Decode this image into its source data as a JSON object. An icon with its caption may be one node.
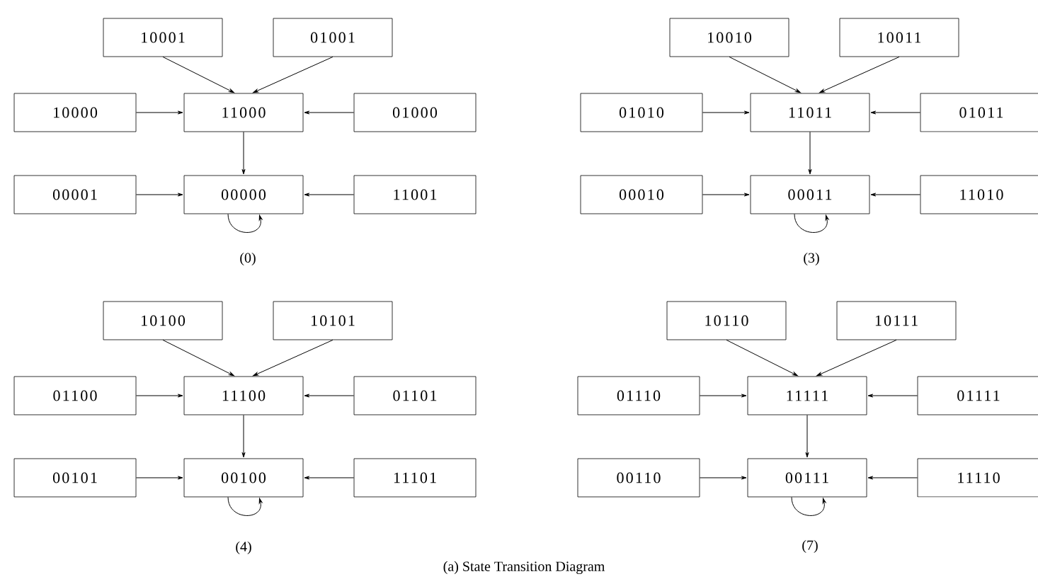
{
  "diagram": {
    "caption": "(a) State Transition Diagram",
    "nodes": [
      {
        "text": [
          "10001"
        ]
      },
      {
        "text": [
          "01001"
        ]
      },
      {
        "text": [
          "10000"
        ]
      },
      {
        "text": [
          "11000"
        ]
      },
      {
        "text": [
          "01000"
        ]
      },
      {
        "text": [
          "00001"
        ]
      },
      {
        "text": [
          "00000"
        ]
      },
      {
        "text": [
          "11001"
        ]
      },
      {
        "text": [
          "10010"
        ]
      },
      {
        "text": [
          "10011"
        ]
      },
      {
        "text": [
          "01010"
        ]
      },
      {
        "text": [
          "11011"
        ]
      },
      {
        "text": [
          "01011"
        ]
      },
      {
        "text": [
          "00010"
        ]
      },
      {
        "text": [
          "00011"
        ]
      },
      {
        "text": [
          "11010"
        ]
      },
      {
        "text": [
          "10100"
        ]
      },
      {
        "text": [
          "10101"
        ]
      },
      {
        "text": [
          "01100"
        ]
      },
      {
        "text": [
          "11100"
        ]
      },
      {
        "text": [
          "01101"
        ]
      },
      {
        "text": [
          "00101"
        ]
      },
      {
        "text": [
          "00100"
        ]
      },
      {
        "text": [
          "11101"
        ]
      },
      {
        "text": [
          "10110"
        ]
      },
      {
        "text": [
          "10111"
        ]
      },
      {
        "text": [
          "01110"
        ]
      },
      {
        "text": [
          "11111"
        ]
      },
      {
        "text": [
          "01111"
        ]
      },
      {
        "text": [
          "00110"
        ]
      },
      {
        "text": [
          "00111"
        ]
      },
      {
        "text": [
          "11110"
        ]
      }
    ],
    "edges": [
      {
        "from": 0,
        "to": 3,
        "arrow": "to"
      },
      {
        "from": 1,
        "to": 3,
        "arrow": "to"
      },
      {
        "from": 2,
        "to": 3,
        "arrow": "to"
      },
      {
        "from": 4,
        "to": 3,
        "arrow": "to"
      },
      {
        "from": 3,
        "to": 6,
        "arrow": "to"
      },
      {
        "from": 5,
        "to": 6,
        "arrow": "to"
      },
      {
        "from": 7,
        "to": 6,
        "arrow": "to"
      },
      {
        "from": 6,
        "to": 6,
        "arrow": "to"
      },
      {
        "from": 8,
        "to": 11,
        "arrow": "to"
      },
      {
        "from": 9,
        "to": 11,
        "arrow": "to"
      },
      {
        "from": 10,
        "to": 11,
        "arrow": "to"
      },
      {
        "from": 12,
        "to": 11,
        "arrow": "to"
      },
      {
        "from": 11,
        "to": 14,
        "arrow": "to"
      },
      {
        "from": 13,
        "to": 14,
        "arrow": "to"
      },
      {
        "from": 15,
        "to": 14,
        "arrow": "to"
      },
      {
        "from": 14,
        "to": 14,
        "arrow": "to"
      },
      {
        "from": 16,
        "to": 19,
        "arrow": "to"
      },
      {
        "from": 17,
        "to": 19,
        "arrow": "to"
      },
      {
        "from": 18,
        "to": 19,
        "arrow": "to"
      },
      {
        "from": 20,
        "to": 19,
        "arrow": "to"
      },
      {
        "from": 19,
        "to": 22,
        "arrow": "to"
      },
      {
        "from": 21,
        "to": 22,
        "arrow": "to"
      },
      {
        "from": 23,
        "to": 22,
        "arrow": "to"
      },
      {
        "from": 22,
        "to": 22,
        "arrow": "to"
      },
      {
        "from": 24,
        "to": 27,
        "arrow": "to"
      },
      {
        "from": 25,
        "to": 27,
        "arrow": "to"
      },
      {
        "from": 26,
        "to": 27,
        "arrow": "to"
      },
      {
        "from": 28,
        "to": 27,
        "arrow": "to"
      },
      {
        "from": 27,
        "to": 30,
        "arrow": "to"
      },
      {
        "from": 29,
        "to": 30,
        "arrow": "to"
      },
      {
        "from": 31,
        "to": 30,
        "arrow": "to"
      },
      {
        "from": 30,
        "to": 30,
        "arrow": "to"
      }
    ],
    "labels": [
      "(0)",
      "(3)",
      "(4)",
      "(7)"
    ]
  }
}
